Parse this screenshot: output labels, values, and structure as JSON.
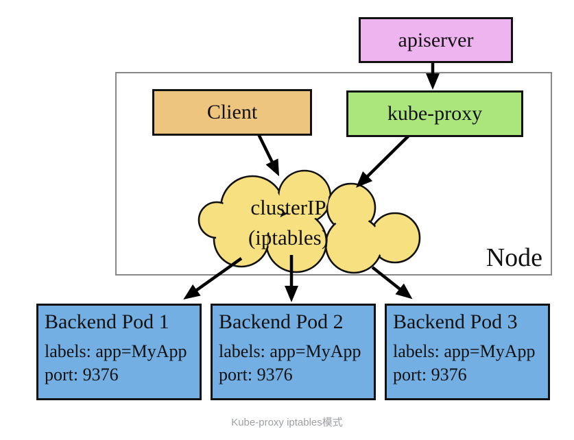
{
  "diagram": {
    "apiserver": {
      "label": "apiserver"
    },
    "client": {
      "label": "Client"
    },
    "kube_proxy": {
      "label": "kube-proxy"
    },
    "cloud": {
      "line1": "clusterIP",
      "line2": "(iptables)"
    },
    "node_label": "Node",
    "pods": [
      {
        "title": "Backend Pod 1",
        "labels": "labels: app=MyApp",
        "port": "port: 9376"
      },
      {
        "title": "Backend Pod 2",
        "labels": "labels: app=MyApp",
        "port": "port: 9376"
      },
      {
        "title": "Backend Pod 3",
        "labels": "labels: app=MyApp",
        "port": "port: 9376"
      }
    ],
    "caption": "Kube-proxy iptables模式",
    "colors": {
      "apiserver_fill": "#eeb4f0",
      "client_fill": "#edc57f",
      "kube_proxy_fill": "#abe67d",
      "cloud_fill": "#f7e080",
      "pod_fill": "#73afe2",
      "arrow": "#000000",
      "caption_text": "#9aa0a5"
    }
  }
}
